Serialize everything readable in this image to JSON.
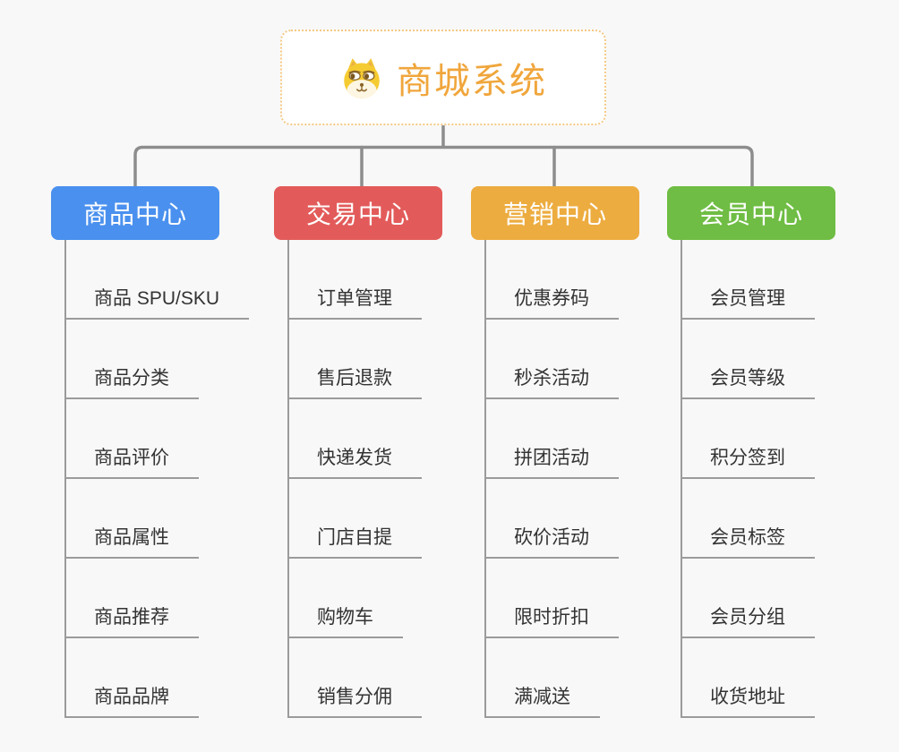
{
  "root": {
    "title": "商城系统",
    "icon": "dog-face-icon",
    "accent_color": "#F0A63C",
    "border_color": "#F4C983",
    "background": "#FFFFFF"
  },
  "canvas": {
    "background": "#F8F8F8",
    "connector_color": "#8D8D8D",
    "leaf_line_color": "#9B9B9B",
    "leaf_text_color": "#333333"
  },
  "branches": [
    {
      "label": "商品中心",
      "color": "#4A90EE",
      "children": [
        "商品 SPU/SKU",
        "商品分类",
        "商品评价",
        "商品属性",
        "商品推荐",
        "商品品牌"
      ]
    },
    {
      "label": "交易中心",
      "color": "#E25B5A",
      "children": [
        "订单管理",
        "售后退款",
        "快递发货",
        "门店自提",
        "购物车",
        "销售分佣"
      ]
    },
    {
      "label": "营销中心",
      "color": "#EDAC40",
      "children": [
        "优惠券码",
        "秒杀活动",
        "拼团活动",
        "砍价活动",
        "限时折扣",
        "满减送"
      ]
    },
    {
      "label": "会员中心",
      "color": "#6FBD44",
      "children": [
        "会员管理",
        "会员等级",
        "积分签到",
        "会员标签",
        "会员分组",
        "收货地址"
      ]
    }
  ]
}
